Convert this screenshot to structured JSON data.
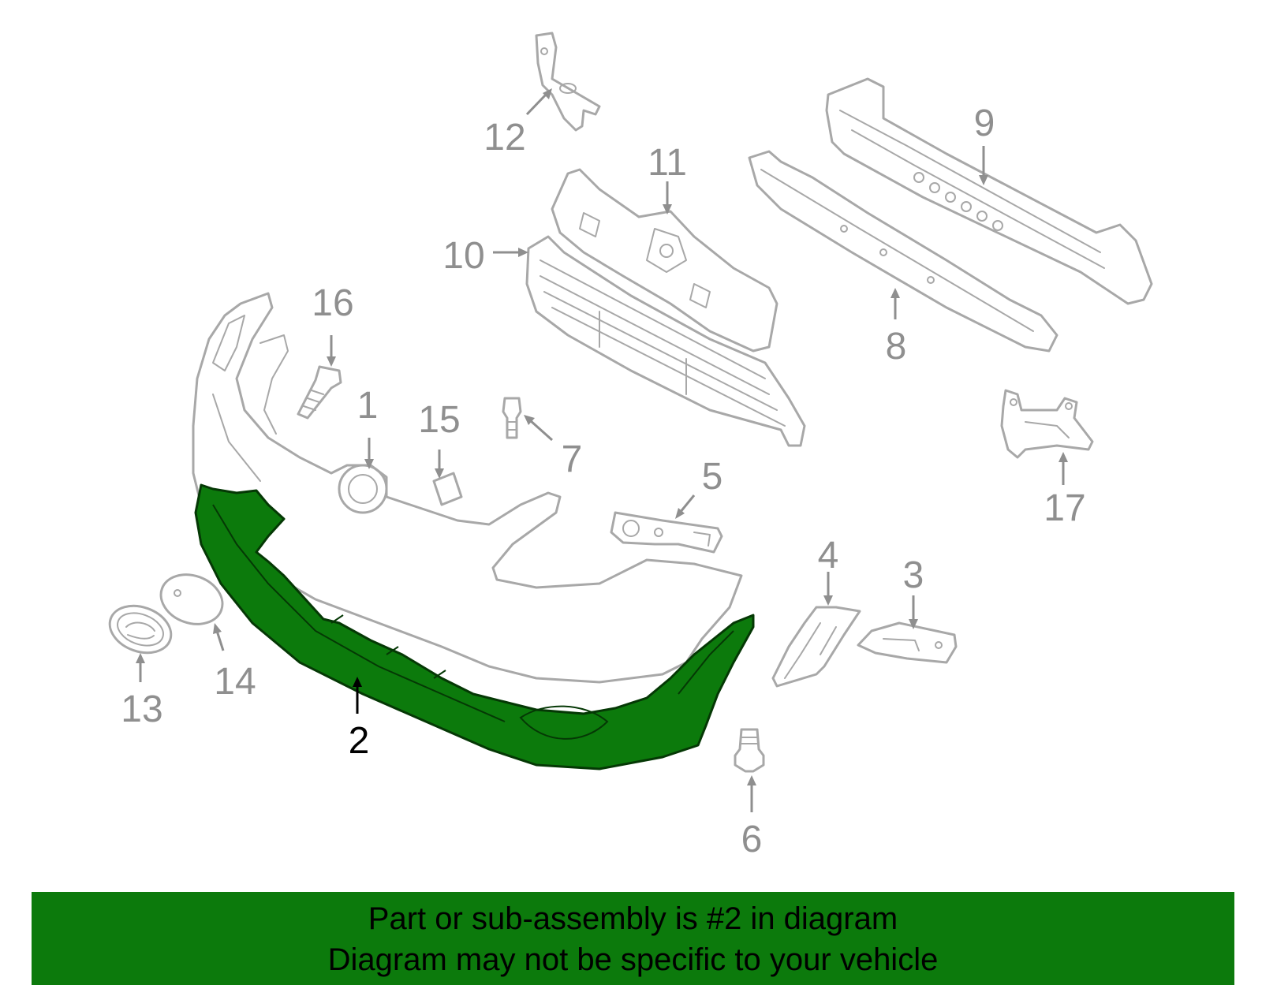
{
  "diagram": {
    "highlighted_part": "2",
    "callouts": {
      "p1": "1",
      "p2": "2",
      "p3": "3",
      "p4": "4",
      "p5": "5",
      "p6": "6",
      "p7": "7",
      "p8": "8",
      "p9": "9",
      "p10": "10",
      "p11": "11",
      "p12": "12",
      "p13": "13",
      "p14": "14",
      "p15": "15",
      "p16": "16",
      "p17": "17"
    },
    "colors": {
      "highlight": "#0c7a0c",
      "linework": "#a8a8a8",
      "callout": "#8f8f8f"
    }
  },
  "notice": {
    "line1": "Part or sub-assembly is #2 in diagram",
    "line2": "Diagram may not be specific to your vehicle"
  }
}
